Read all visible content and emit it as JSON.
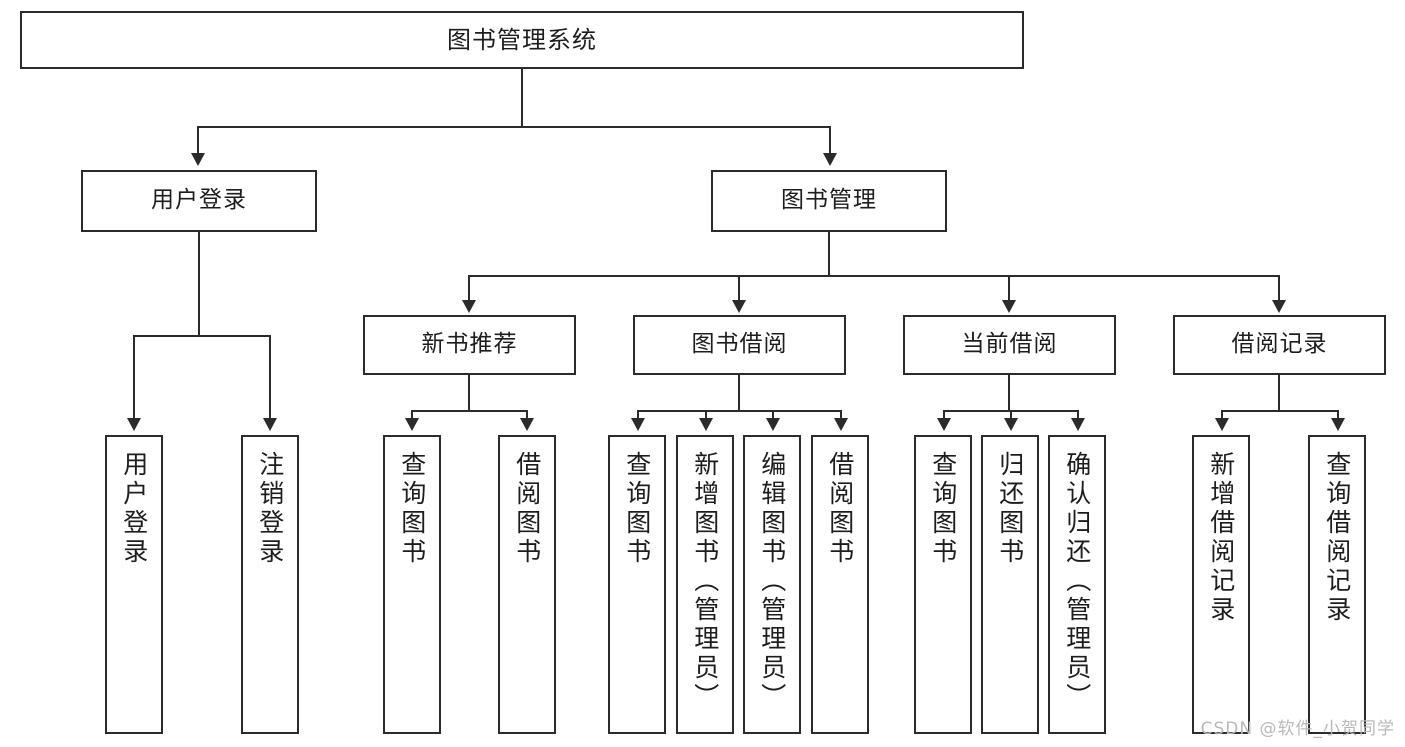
{
  "diagram": {
    "type": "tree",
    "title": "图书管理系统",
    "orientation": "top-down",
    "colors": {
      "box_border": "#2b2b2b",
      "box_fill": "#ffffff",
      "connector": "#2b2b2b",
      "text": "#1d1d1d",
      "watermark": "#b9b9b9",
      "background": "#ffffff"
    }
  },
  "root": {
    "label": "图书管理系统"
  },
  "level2": [
    {
      "label": "用户登录"
    },
    {
      "label": "图书管理"
    }
  ],
  "level3": [
    {
      "label": "新书推荐"
    },
    {
      "label": "图书借阅"
    },
    {
      "label": "当前借阅"
    },
    {
      "label": "借阅记录"
    }
  ],
  "leaves": {
    "user_login": [
      {
        "label": "用户登录"
      },
      {
        "label": "注销登录"
      }
    ],
    "new_book_recommend": [
      {
        "label": "查询图书"
      },
      {
        "label": "借阅图书"
      }
    ],
    "book_borrow": [
      {
        "label": "查询图书"
      },
      {
        "label": "新增图书（管理员）"
      },
      {
        "label": "编辑图书（管理员）"
      },
      {
        "label": "借阅图书"
      }
    ],
    "current_borrow": [
      {
        "label": "查询图书"
      },
      {
        "label": "归还图书"
      },
      {
        "label": "确认归还（管理员）"
      }
    ],
    "borrow_record": [
      {
        "label": "新增借阅记录"
      },
      {
        "label": "查询借阅记录"
      }
    ]
  },
  "watermark": {
    "text": "CSDN @软件_小贺同学"
  }
}
